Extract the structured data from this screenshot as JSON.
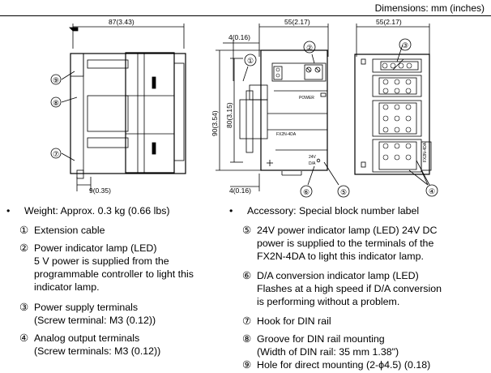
{
  "header": {
    "dimensions_title": "Dimensions: mm (inches)"
  },
  "drawing": {
    "dims": {
      "side_width": "87(3.43)",
      "front_width": "55(2.17)",
      "rear_width": "55(2.17)",
      "front_offset": "4(0.16)",
      "bottom_offset": "4(0.16)",
      "side_bottom": "9(0.35)",
      "height_total": "90(3.54)",
      "height_inner": "80(3.15)"
    },
    "labels": {
      "power": "POWER",
      "model": "FX2N-4DA",
      "v24": "24V",
      "da": "D/A"
    },
    "callouts": [
      "①",
      "②",
      "③",
      "④",
      "⑤",
      "⑥",
      "⑦",
      "⑧",
      "⑨"
    ]
  },
  "left": {
    "weight": "Weight: Approx. 0.3 kg (0.66 lbs)",
    "items": [
      {
        "marker": "①",
        "lines": [
          "Extension cable"
        ]
      },
      {
        "marker": "②",
        "lines": [
          "Power indicator lamp (LED)",
          "5 V power is supplied from the",
          "programmable controller to light this",
          "indicator lamp."
        ]
      },
      {
        "marker": "③",
        "lines": [
          "Power supply terminals",
          "(Screw terminal: M3 (0.12))"
        ]
      },
      {
        "marker": "④",
        "lines": [
          "Analog output terminals",
          "(Screw terminals: M3 (0.12))"
        ]
      }
    ]
  },
  "right": {
    "accessory": "Accessory: Special block number label",
    "items": [
      {
        "marker": "⑤",
        "lines": [
          "24V power indicator lamp (LED) 24V DC",
          "power is supplied to the terminals of the",
          "FX2N-4DA to light this indicator lamp."
        ]
      },
      {
        "marker": "⑥",
        "lines": [
          "D/A conversion indicator lamp (LED)",
          "Flashes at a high speed if D/A conversion",
          "is performing without a problem."
        ]
      },
      {
        "marker": "⑦",
        "lines": [
          "Hook for DIN rail"
        ]
      },
      {
        "marker": "⑧",
        "lines": [
          "Groove for DIN rail mounting",
          "(Width of DIN rail: 35 mm 1.38\")"
        ]
      },
      {
        "marker": "⑨",
        "lines": [
          "Hole for direct mounting (2-ϕ4.5) (0.18)"
        ]
      }
    ]
  }
}
